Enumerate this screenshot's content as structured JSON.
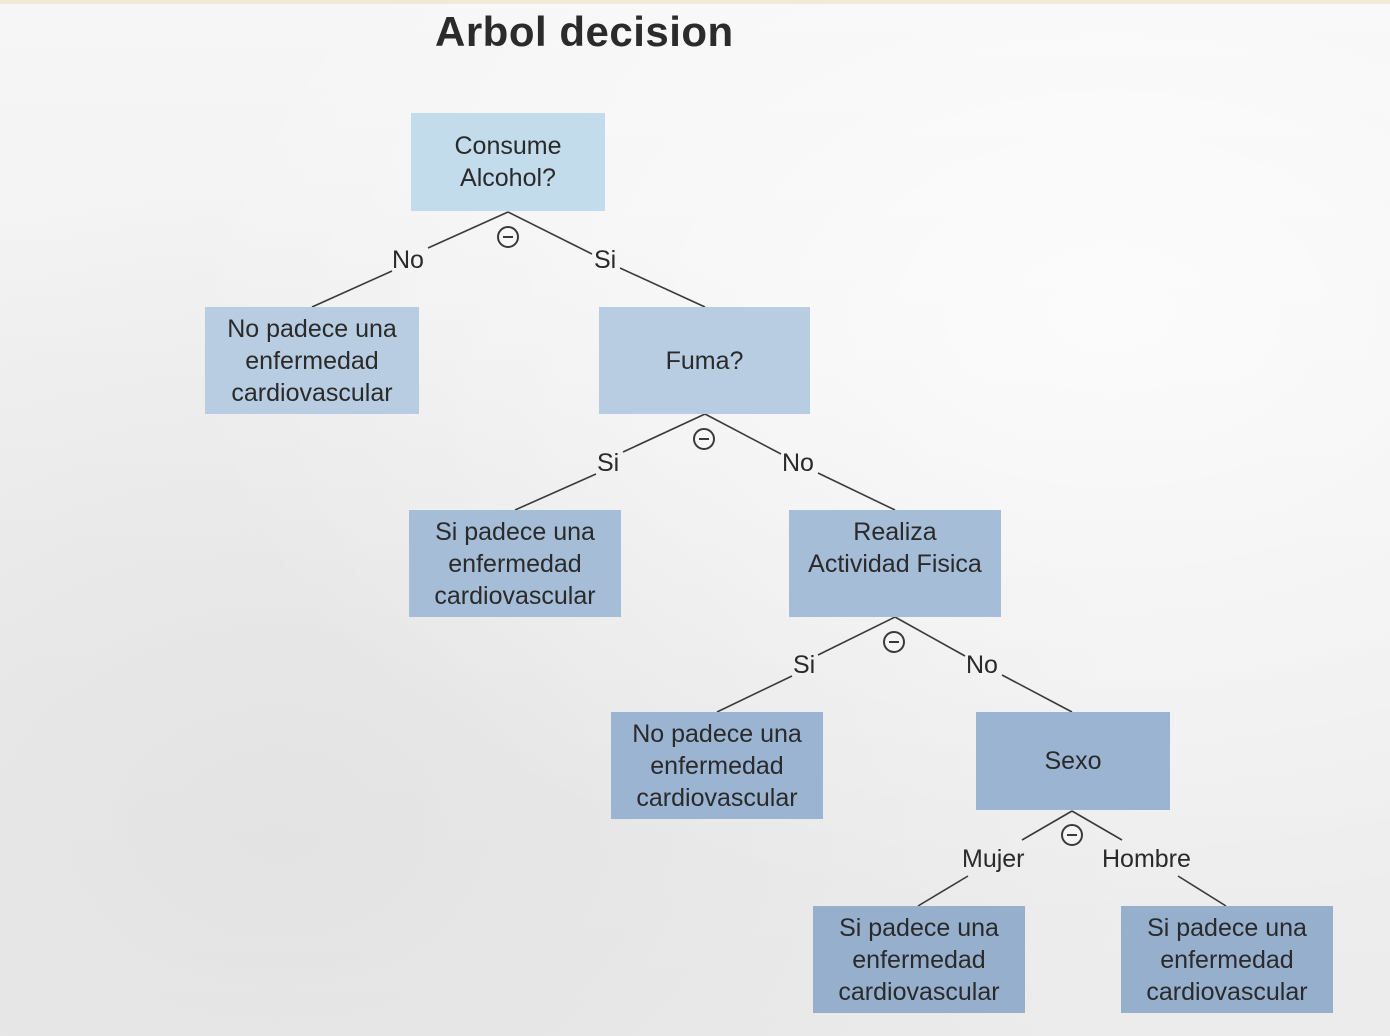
{
  "title": "Arbol decision",
  "nodes": {
    "root": "Consume\nAlcohol?",
    "leaf_no_alcohol": "No padece una\nenfermedad\ncardiovascular",
    "fuma": "Fuma?",
    "leaf_fuma_si": "Si padece una\nenfermedad\ncardiovascular",
    "actividad": "Realiza\nActividad Fisica",
    "leaf_actividad_si": "No padece una\nenfermedad\ncardiovascular",
    "sexo": "Sexo",
    "leaf_mujer": "Si padece una\nenfermedad\ncardiovascular",
    "leaf_hombre": "Si padece una\nenfermedad\ncardiovascular"
  },
  "edges": {
    "root_no": "No",
    "root_si": "Si",
    "fuma_si": "Si",
    "fuma_no": "No",
    "actividad_si": "Si",
    "actividad_no": "No",
    "sexo_mujer": "Mujer",
    "sexo_hombre": "Hombre"
  },
  "collapse_icon": "minus-circle-icon"
}
